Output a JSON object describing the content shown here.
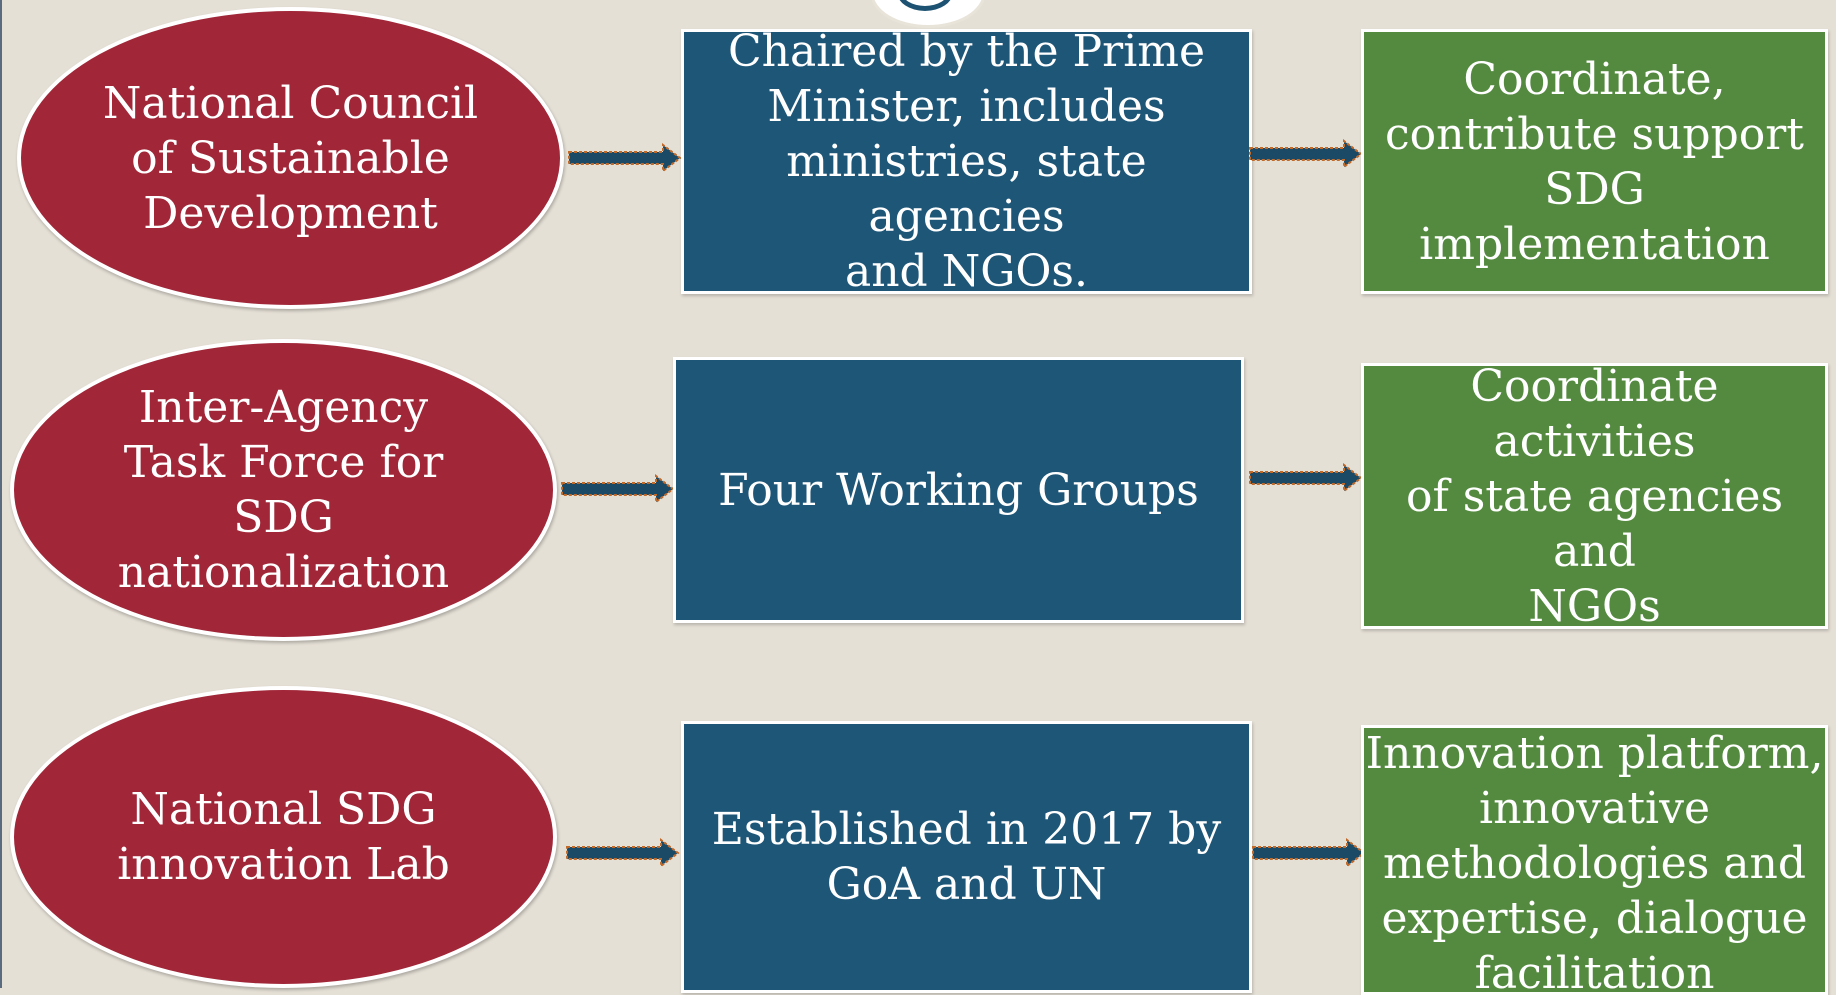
{
  "colors": {
    "background": "#e5e0d6",
    "oval": "#a02638",
    "blue_box": "#1e5678",
    "green_box": "#548a3f",
    "arrow": "#1b4a66",
    "arrow_outline": "#c26a2a"
  },
  "rows": [
    {
      "oval_lines": [
        "National Council",
        "of Sustainable",
        "Development"
      ],
      "middle_lines": [
        "Chaired by the Prime",
        "Minister, includes",
        "ministries, state agencies",
        "and NGOs."
      ],
      "right_lines": [
        "Coordinate,",
        "contribute support",
        "SDG implementation"
      ]
    },
    {
      "oval_lines": [
        "Inter-Agency",
        "Task Force for",
        "SDG",
        "nationalization"
      ],
      "middle_lines": [
        "Four Working Groups"
      ],
      "right_lines": [
        "Coordinate activities",
        "of state agencies and",
        "NGOs"
      ]
    },
    {
      "oval_lines": [
        "National SDG",
        "innovation Lab"
      ],
      "middle_lines": [
        "Established in 2017 by",
        "GoA and UN"
      ],
      "right_lines": [
        "Innovation platform,",
        "innovative",
        "methodologies and",
        "expertise, dialogue",
        "facilitation"
      ]
    }
  ]
}
